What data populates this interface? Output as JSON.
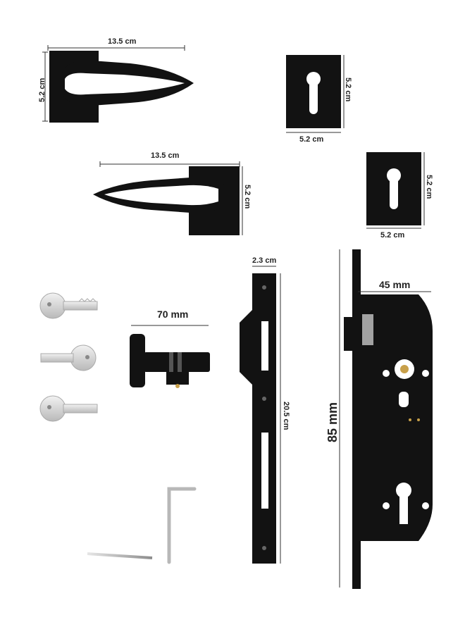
{
  "dimensions": {
    "handle_top_width": "13.5 cm",
    "handle_top_height": "5.2 cm",
    "handle_mid_width": "13.5 cm",
    "handle_mid_height": "5.2 cm",
    "escutcheon_top_width": "5.2 cm",
    "escutcheon_top_height": "5.2 cm",
    "escutcheon_right_width": "5.2 cm",
    "escutcheon_right_height": "5.2 cm",
    "cylinder_length": "70 mm",
    "faceplate_width": "2.3 cm",
    "faceplate_length": "20.5 cm",
    "lockbody_backset": "45 mm",
    "lockbody_center": "85 mm"
  },
  "colors": {
    "product_black": "#121212",
    "handle_white": "#ffffff",
    "key_silver": "#d9d9d9",
    "brass": "#c8a04a",
    "dimension_line": "#333333"
  }
}
